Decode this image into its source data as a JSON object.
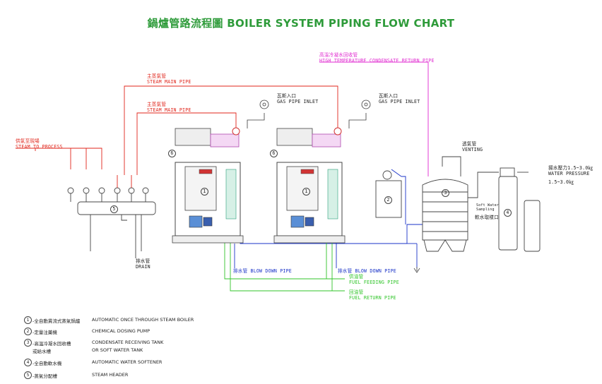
{
  "title": "鍋爐管路流程圖 BOILER SYSTEM PIPING FLOW CHART",
  "labels": {
    "hot_return_zh": "高溫冷凝水回收管",
    "hot_return_en": "HIGH TEMPERATURE CONDENSATE RETURN PIPE",
    "steam_main1_zh": "主蒸氣管",
    "steam_main1_en": "STEAM MAIN PIPE",
    "steam_main2_zh": "主蒸氣管",
    "steam_main2_en": "STEAM MAIN PIPE",
    "gas1_zh": "瓦斯入口",
    "gas1_en": "GAS PIPE INLET",
    "gas2_zh": "瓦斯入口",
    "gas2_en": "GAS PIPE INLET",
    "to_process_zh": "供氣至現場",
    "to_process_en": "STEAM TO PROCESS",
    "venting_zh": "透氣管",
    "venting_en": "VENTING",
    "water_pressure_zh": "揚水壓力1.5~3.0㎏",
    "water_pressure_en": "WATER PRESSURE",
    "water_pressure_val": "1.5~3.0㎏",
    "sampling_en": "Soft Water Sampling",
    "sampling_zh": "軟水取樣口",
    "drain_zh": "排水管",
    "drain_en": "DRAIN",
    "blow1": "排水管 BLOW DOWN PIPE",
    "blow2": "排水管 BLOW DOWN PIPE",
    "fuel_feed_zh": "供油管",
    "fuel_feed_en": "FUEL FEEDING PIPE",
    "fuel_return_zh": "回油管",
    "fuel_return_en": "FUEL RETURN PIPE",
    "num1a": "1",
    "num1b": "1",
    "num2": "2",
    "num3": "3",
    "num4": "4",
    "num5": "5",
    "num6a": "6",
    "num6b": "6"
  },
  "legend": [
    {
      "num": "1",
      "zh": "-全自動貫流式蒸氣鍋爐",
      "en": "AUTOMATIC ONCE THROUGH STEAM BOILER"
    },
    {
      "num": "2",
      "zh": "-定量注藥機",
      "en": "CHEMICAL DOSING PUMP"
    },
    {
      "num": "3",
      "zh": "-高溫冷凝水回收槽",
      "en": "CONDENSATE RECEIVING TANK"
    },
    {
      "num": "",
      "zh": "或給水槽",
      "en": "OR SOFT WATER TANK"
    },
    {
      "num": "4",
      "zh": "-全自動軟水機",
      "en": "AUTOMATIC WATER SOFTENER"
    },
    {
      "num": "5",
      "zh": "-蒸氣分配槽",
      "en": "STEAM HEADER"
    }
  ],
  "colors": {
    "steam": "#e0251b",
    "condensate": "#e02ad0",
    "water": "#1a33c8",
    "fuel": "#31c52a",
    "title": "#2e9b3a",
    "equipment": "#3a3a3a"
  }
}
